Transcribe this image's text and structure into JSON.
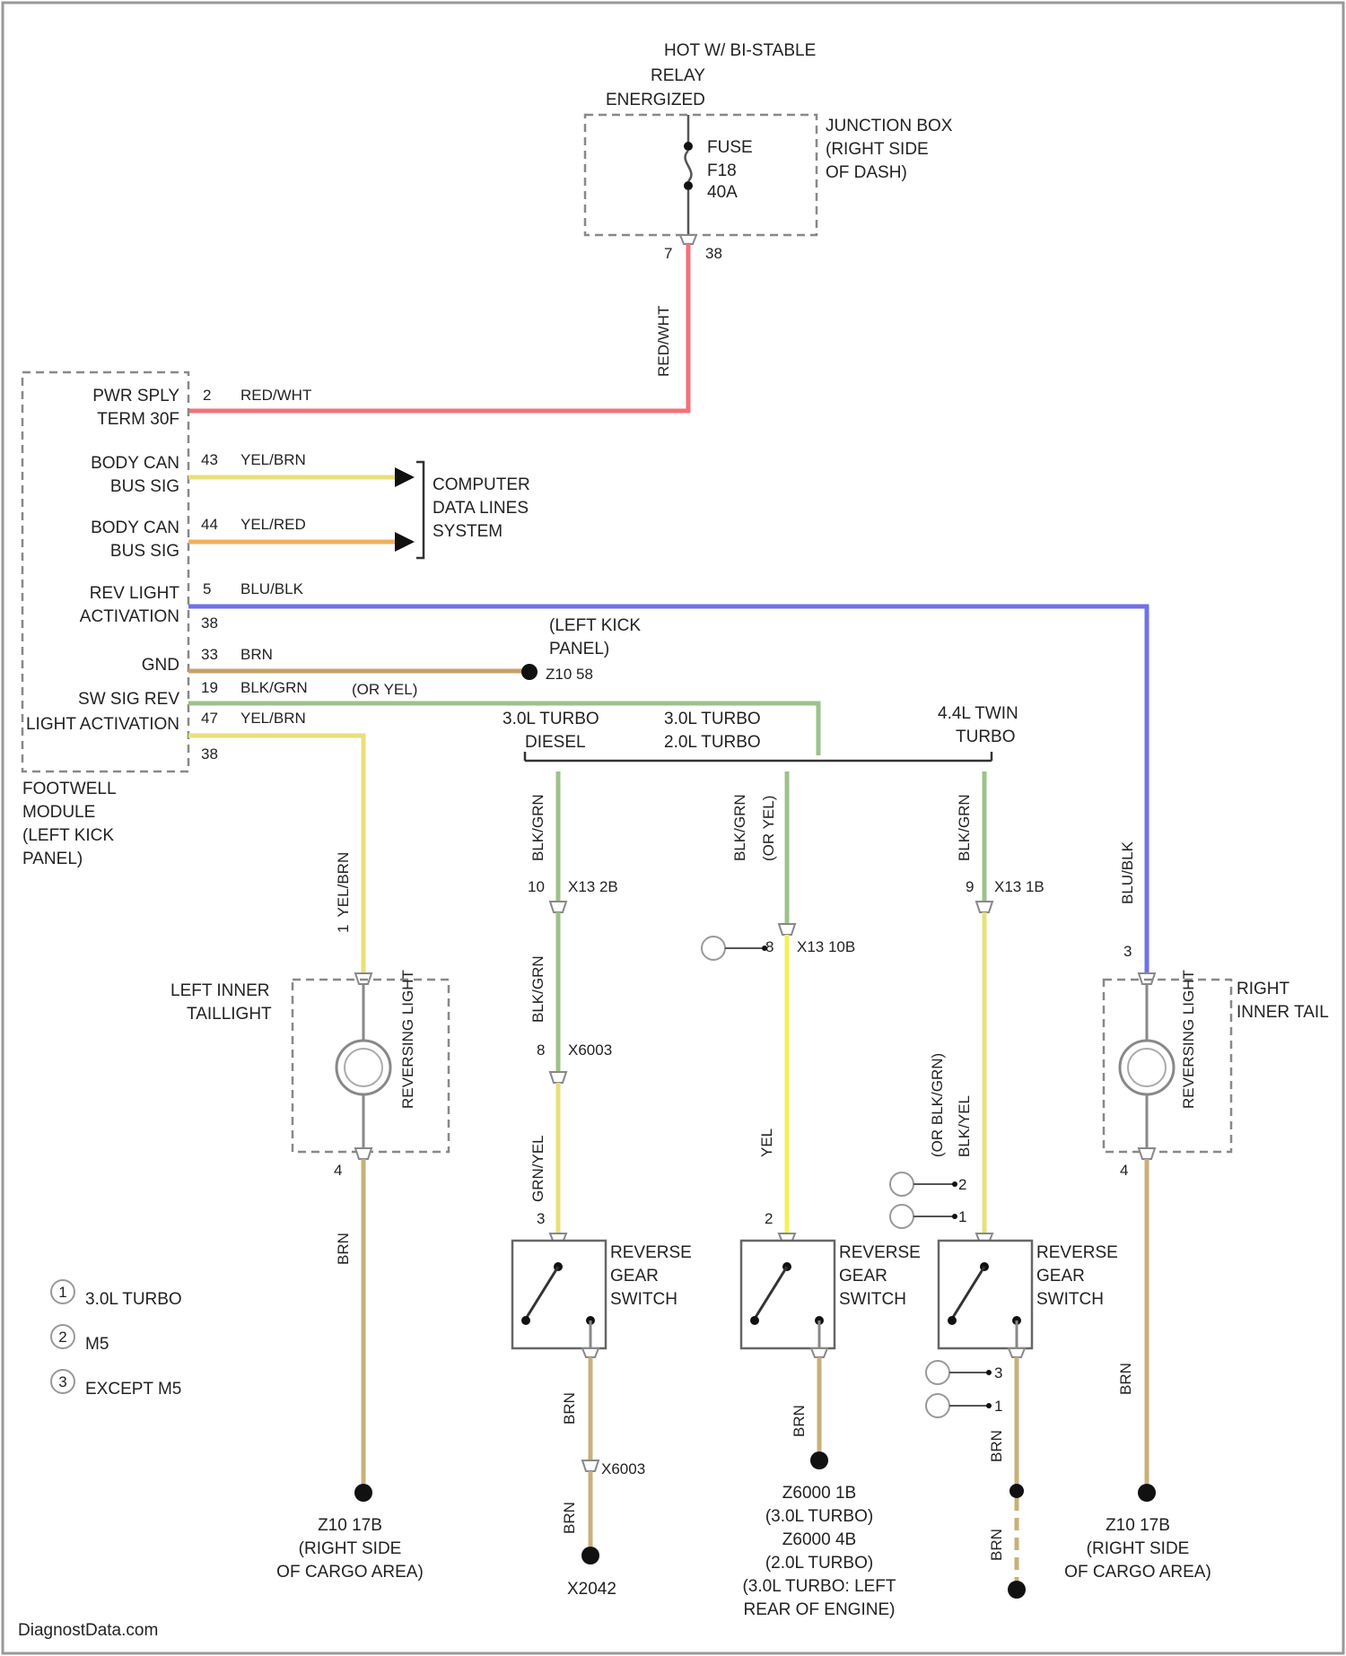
{
  "colors": {
    "red_white": "#f2727a",
    "yellow_brown": "#e8e07a",
    "yellow_red": "#f0b060",
    "blue_black": "#7070e8",
    "brown": "#c8a06a",
    "black_green": "#9cc28a",
    "yellow": "#f2f25a",
    "brown_gnd": "#c8b07a"
  },
  "top": {
    "hot_label": "HOT W/ BI-STABLE",
    "relay_label": "RELAY",
    "energized_label": "ENERGIZED",
    "fuse_label": "FUSE",
    "fuse_id": "F18",
    "fuse_rating": "40A",
    "junction_box_label": [
      "JUNCTION BOX",
      "(RIGHT SIDE",
      "OF DASH)"
    ],
    "pin_left": "7",
    "pin_right": "38",
    "wire_vertical": "RED/WHT"
  },
  "module": {
    "name_lines": [
      "FOOTWELL",
      "MODULE",
      "(LEFT KICK",
      "PANEL)"
    ],
    "pins": [
      {
        "label1": "PWR SPLY",
        "label2": "TERM 30F",
        "num": "2",
        "wire": "RED/WHT"
      },
      {
        "label1": "BODY CAN",
        "label2": "BUS SIG",
        "num": "43",
        "wire": "YEL/BRN"
      },
      {
        "label1": "BODY CAN",
        "label2": "BUS SIG",
        "num": "44",
        "wire": "YEL/RED"
      },
      {
        "label1": "REV LIGHT",
        "label2": "ACTIVATION",
        "num": "5",
        "wire": "BLU/BLK",
        "num2": "38"
      },
      {
        "label1": "GND",
        "label2": "",
        "num": "33",
        "wire": "BRN"
      },
      {
        "label1": "SW SIG REV",
        "label2": "LIGHT ACTIVATION",
        "num": "19",
        "wire": "BLK/GRN",
        "wire_alt": "(OR YEL)",
        "num_b": "47",
        "wire_b": "YEL/BRN",
        "num2": "38"
      }
    ]
  },
  "data_lines": [
    "COMPUTER",
    "DATA LINES",
    "SYSTEM"
  ],
  "left_kick": {
    "lines": [
      "(LEFT KICK",
      "PANEL)"
    ],
    "ground": "Z10 58"
  },
  "variants": {
    "diesel": [
      "3.0L TURBO",
      "DIESEL"
    ],
    "turbo": [
      "3.0L TURBO",
      "2.0L TURBO"
    ],
    "twin": [
      "4.4L TWIN",
      "TURBO"
    ]
  },
  "left_tail": {
    "name": [
      "LEFT INNER",
      "TAILLIGHT"
    ],
    "lamp": "REVERSING LIGHT",
    "wire_top": "YEL/BRN",
    "pin_top": "1",
    "pin_bottom": "4",
    "wire_bottom": "BRN",
    "ground": [
      "Z10 17B",
      "(RIGHT SIDE",
      "OF CARGO AREA)"
    ]
  },
  "right_tail": {
    "name": [
      "RIGHT",
      "INNER TAIL"
    ],
    "lamp": "REVERSING LIGHT",
    "wire_top": "BLU/BLK",
    "pin_top": "3",
    "pin_bottom": "4",
    "wire_bottom": "BRN",
    "ground": [
      "Z10 17B",
      "(RIGHT SIDE",
      "OF CARGO AREA)"
    ]
  },
  "switch_a": {
    "wire1": "BLK/GRN",
    "conn1_pin": "10",
    "conn1": "X13 2B",
    "wire2": "BLK/GRN",
    "conn2_pin": "8",
    "conn2": "X6003",
    "wire3": "GRN/YEL",
    "pin_top": "3",
    "name": [
      "REVERSE",
      "GEAR",
      "SWITCH"
    ],
    "wire_bottom": "BRN",
    "conn3": "X6003",
    "wire_bottom2": "BRN",
    "ground": "X2042"
  },
  "switch_b": {
    "wire1": "BLK/GRN",
    "wire1_alt": "(OR YEL)",
    "conn1_pin": "8",
    "conn1": "X13 10B",
    "wire2": "YEL",
    "pin_top": "2",
    "name": [
      "REVERSE",
      "GEAR",
      "SWITCH"
    ],
    "wire_bottom": "BRN",
    "ground": [
      "Z6000 1B",
      "(3.0L TURBO)",
      "Z6000 4B",
      "(2.0L TURBO)",
      "(3.0L TURBO: LEFT",
      "REAR OF ENGINE)"
    ]
  },
  "switch_c": {
    "wire1": "BLK/GRN",
    "conn1_pin": "9",
    "conn1": "X13 1B",
    "wire2": "BLK/YEL",
    "wire2_alt": "(OR BLK/GRN)",
    "pin_a": "2",
    "pin_b": "1",
    "name": [
      "REVERSE",
      "GEAR",
      "SWITCH"
    ],
    "pin_c": "3",
    "pin_d": "1",
    "wire_bottom": "BRN",
    "wire_bottom2": "BRN"
  },
  "legend": [
    {
      "num": "1",
      "label": "3.0L TURBO"
    },
    {
      "num": "2",
      "label": "M5"
    },
    {
      "num": "3",
      "label": "EXCEPT M5"
    }
  ],
  "watermark": "DiagnostData.com"
}
